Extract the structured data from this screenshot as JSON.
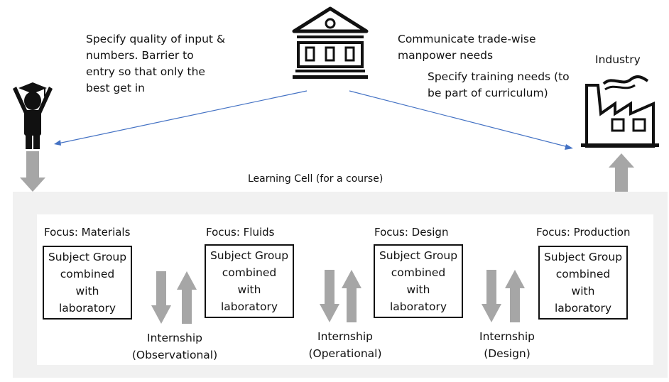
{
  "nodes": {
    "ministry": {
      "icon": "government-building-icon"
    },
    "student": {
      "icon": "graduate-person-icon"
    },
    "industry": {
      "label": "Industry",
      "icon": "factory-icon"
    }
  },
  "annotations": {
    "left": [
      "Specify quality of input &",
      "numbers. Barrier to",
      "entry so that only the",
      "best get in"
    ],
    "right_top": [
      "Communicate trade-wise",
      "manpower needs"
    ],
    "right_bottom": [
      "Specify training needs (to",
      "be part of curriculum)"
    ]
  },
  "learning_cell": {
    "title": "Learning Cell (for a course)",
    "stages": [
      {
        "focus": "Focus: Materials",
        "box": [
          "Subject Group",
          "combined",
          "with",
          "laboratory"
        ]
      },
      {
        "focus": "Focus: Fluids",
        "box": [
          "Subject Group",
          "combined",
          "with",
          "laboratory"
        ]
      },
      {
        "focus": "Focus: Design",
        "box": [
          "Subject Group",
          "combined",
          "with",
          "laboratory"
        ]
      },
      {
        "focus": "Focus: Production",
        "box": [
          "Subject Group",
          "combined",
          "with",
          "laboratory"
        ]
      }
    ],
    "internships": [
      [
        "Internship",
        "(Observational)"
      ],
      [
        "Internship",
        "(Operational)"
      ],
      [
        "Internship",
        "(Design)"
      ]
    ]
  },
  "colors": {
    "arrow_line": "#4472c4",
    "block_arrow": "#a6a6a6",
    "cell_bg": "#f1f1f1"
  }
}
